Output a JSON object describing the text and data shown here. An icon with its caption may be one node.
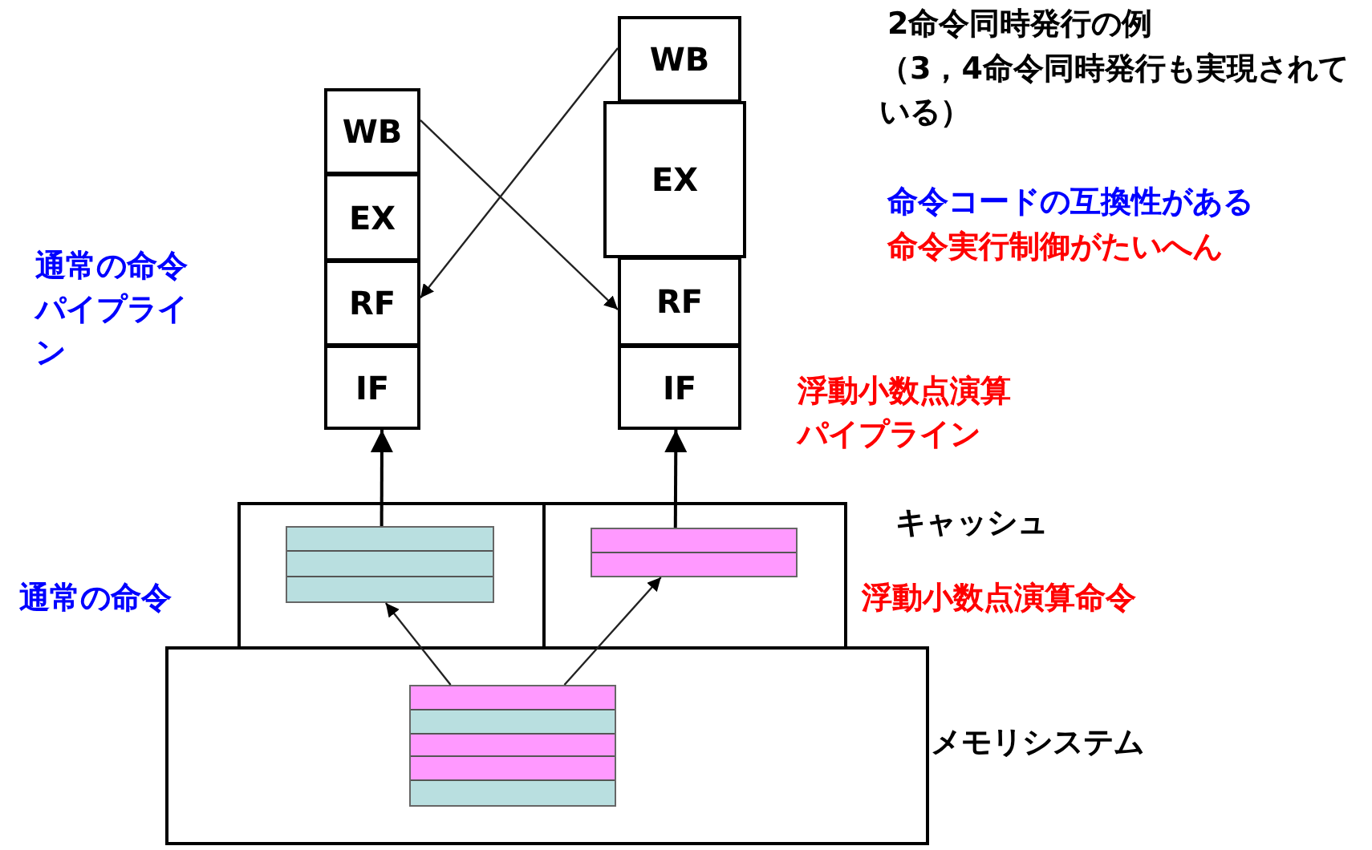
{
  "diagram": {
    "nodes": [
      {
        "text": [
          "WB"
        ]
      },
      {
        "text": [
          "EX"
        ]
      },
      {
        "text": [
          "RF"
        ]
      },
      {
        "text": [
          "IF"
        ]
      },
      {
        "text": [
          "WB"
        ]
      },
      {
        "text": [
          "EX"
        ]
      },
      {
        "text": [
          "RF"
        ]
      },
      {
        "text": [
          "IF"
        ]
      },
      {
        "text": [],
        "shape": "box"
      },
      {
        "text": [],
        "shape": "box"
      },
      {
        "text": [],
        "shape": "bar",
        "in": 8
      },
      {
        "text": [],
        "shape": "bar",
        "in": 9
      },
      {
        "text": [],
        "shape": "box"
      },
      {
        "text": [],
        "shape": "bar",
        "in": 12
      }
    ],
    "edges": [
      {
        "from": 10,
        "to": 3,
        "arrow": "to"
      },
      {
        "from": 11,
        "to": 7,
        "arrow": "to"
      },
      {
        "from": 13,
        "to": 10,
        "arrow": "to"
      },
      {
        "from": 13,
        "to": 11,
        "arrow": "to"
      },
      {
        "from": 0,
        "to": 6,
        "arrow": "to"
      },
      {
        "from": 4,
        "to": 2,
        "arrow": "to"
      }
    ],
    "labels": [
      "2命令同時発行の例",
      "（3，4命令同時発行も実現されている）",
      "命令コードの互換性がある",
      "命令実行制御がたいへん",
      "通常の命令パイプライン",
      "浮動小数点演算パイプライン",
      "キャッシュ",
      "通常の命令",
      "浮動小数点演算命令",
      "メモリシステム"
    ]
  }
}
